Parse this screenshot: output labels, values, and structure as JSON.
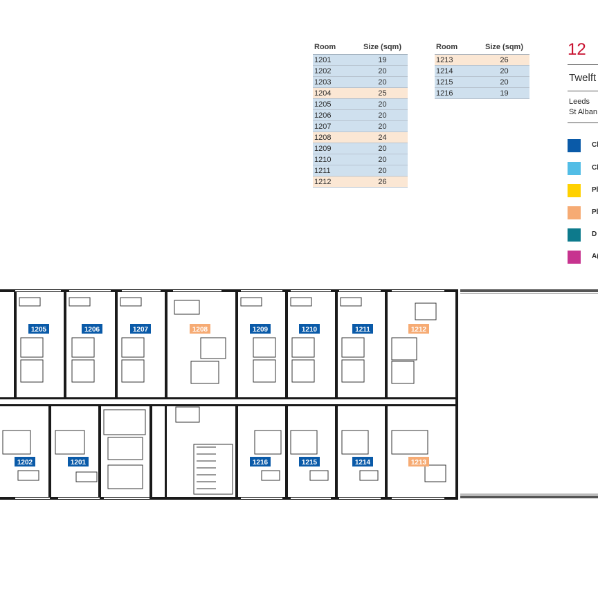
{
  "floor": {
    "number": "12",
    "name": "Twelft",
    "address_lines": [
      "Leeds",
      "St Alban"
    ]
  },
  "table_headers": {
    "room": "Room",
    "size": "Size (sqm)"
  },
  "table_left": [
    {
      "room": "1201",
      "size": "19",
      "type": "std"
    },
    {
      "room": "1202",
      "size": "20",
      "type": "std"
    },
    {
      "room": "1203",
      "size": "20",
      "type": "std"
    },
    {
      "room": "1204",
      "size": "25",
      "type": "prem"
    },
    {
      "room": "1205",
      "size": "20",
      "type": "std"
    },
    {
      "room": "1206",
      "size": "20",
      "type": "std"
    },
    {
      "room": "1207",
      "size": "20",
      "type": "std"
    },
    {
      "room": "1208",
      "size": "24",
      "type": "prem"
    },
    {
      "room": "1209",
      "size": "20",
      "type": "std"
    },
    {
      "room": "1210",
      "size": "20",
      "type": "std"
    },
    {
      "room": "1211",
      "size": "20",
      "type": "std"
    },
    {
      "room": "1212",
      "size": "26",
      "type": "prem"
    }
  ],
  "table_right": [
    {
      "room": "1213",
      "size": "26",
      "type": "prem"
    },
    {
      "room": "1214",
      "size": "20",
      "type": "std"
    },
    {
      "room": "1215",
      "size": "20",
      "type": "std"
    },
    {
      "room": "1216",
      "size": "19",
      "type": "std"
    }
  ],
  "legend": [
    {
      "label": "Cl",
      "color": "#0a5aa8"
    },
    {
      "label": "Cl",
      "color": "#52bde6"
    },
    {
      "label": "Pl",
      "color": "#ffd100"
    },
    {
      "label": "Pl",
      "color": "#f6ab74"
    },
    {
      "label": "D",
      "color": "#0d7a8c"
    },
    {
      "label": "A(",
      "color": "#c7338f"
    }
  ],
  "plan_tags": {
    "top": [
      {
        "label": "1205",
        "kind": "std"
      },
      {
        "label": "1206",
        "kind": "std"
      },
      {
        "label": "1207",
        "kind": "std"
      },
      {
        "label": "1208",
        "kind": "prem"
      },
      {
        "label": "1209",
        "kind": "std"
      },
      {
        "label": "1210",
        "kind": "std"
      },
      {
        "label": "1211",
        "kind": "std"
      },
      {
        "label": "1212",
        "kind": "prem"
      }
    ],
    "bottom": [
      {
        "label": "1202",
        "kind": "std"
      },
      {
        "label": "1201",
        "kind": "std"
      },
      {
        "label": "1216",
        "kind": "std"
      },
      {
        "label": "1215",
        "kind": "std"
      },
      {
        "label": "1214",
        "kind": "std"
      },
      {
        "label": "1213",
        "kind": "prem"
      }
    ]
  },
  "colors": {
    "standard_tag": "#0a5aa8",
    "premium_tag": "#f6ab74",
    "accent_red": "#c8102e",
    "row_standard": "#cfe0ee",
    "row_premium": "#fbe7d4"
  }
}
